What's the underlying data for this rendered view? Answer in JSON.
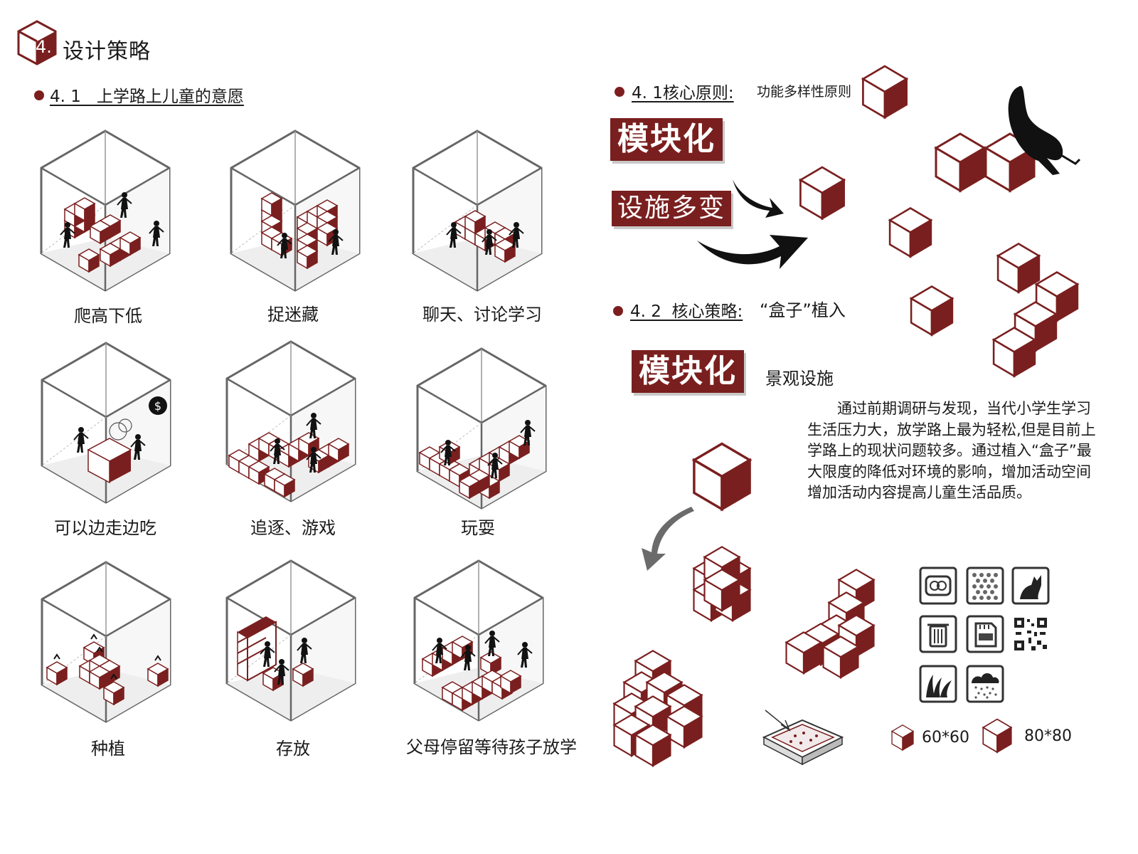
{
  "header": {
    "number": "4.",
    "title": "设计策略"
  },
  "section_4_1": {
    "label": "4. 1   上学路上儿童的意愿"
  },
  "activities": [
    {
      "label": "爬高下低"
    },
    {
      "label": "捉迷藏"
    },
    {
      "label": "聊天、讨论学习"
    },
    {
      "label": "可以边走边吃"
    },
    {
      "label": "追逐、游戏"
    },
    {
      "label": "玩耍"
    },
    {
      "label": "种植"
    },
    {
      "label": "存放"
    },
    {
      "label": "父母停留等待孩子放学"
    }
  ],
  "core_principle": {
    "label": "4. 1核心原则:",
    "desc": "功能多样性原则"
  },
  "tags": {
    "modular": "模块化",
    "variable": "设施多变",
    "modular2": "模块化"
  },
  "core_strategy": {
    "label": "4. 2  核心策略:",
    "desc": "“盒子”植入"
  },
  "landscape_label": "景观设施",
  "description": "通过前期调研与发现，当代小学生学习生活压力大，放学路上最为轻松,但是目前上学路上的现状问题较多。通过植入“盒子”最大限度的降低对环境的影响，增加活动空间增加活动内容提高儿童生活品质。",
  "sizes": [
    {
      "label": "60*60"
    },
    {
      "label": "80*80"
    }
  ],
  "colors": {
    "accent": "#7a1f1f",
    "outline": "#555555"
  },
  "icons": [
    "vent-icon",
    "mesh-grid-icon",
    "cat-icon",
    "trash-can-icon",
    "sd-card-icon",
    "qr-code-icon",
    "grass-icon",
    "rain-cloud-icon"
  ]
}
